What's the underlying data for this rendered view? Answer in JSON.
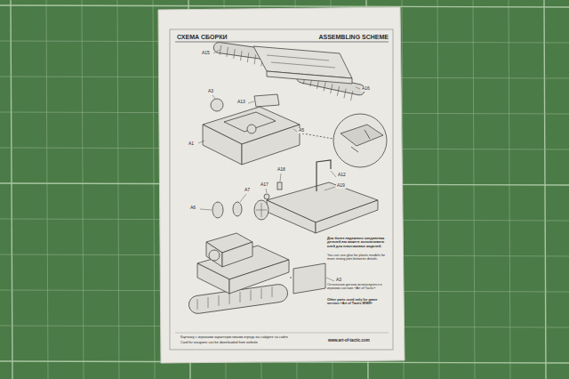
{
  "diagram": {
    "title": "СХЕМА СБОРКИ",
    "labels": [
      "ASSEMBLING SCHEME",
      "A15",
      "A3",
      "A13",
      "A16",
      "A1",
      "A5",
      "A18",
      "A17",
      "A12",
      "A19",
      "A7",
      "A6",
      "A3",
      "Для более надежного соединения деталей вы можете использовать клей для пластиковых моделей.",
      "You can use glue for plastic models for more strong joint between details.",
      "Остальные детали используются в игровом составе «Art of Tactic»",
      "Other parts used only for game version «Art of Tactic WWII»",
      "Карточку с игровыми характеристиками отряда вы найдете на сайте",
      "Card for wargame can be downloaded from website",
      "www.art-of-tactic.com"
    ]
  }
}
